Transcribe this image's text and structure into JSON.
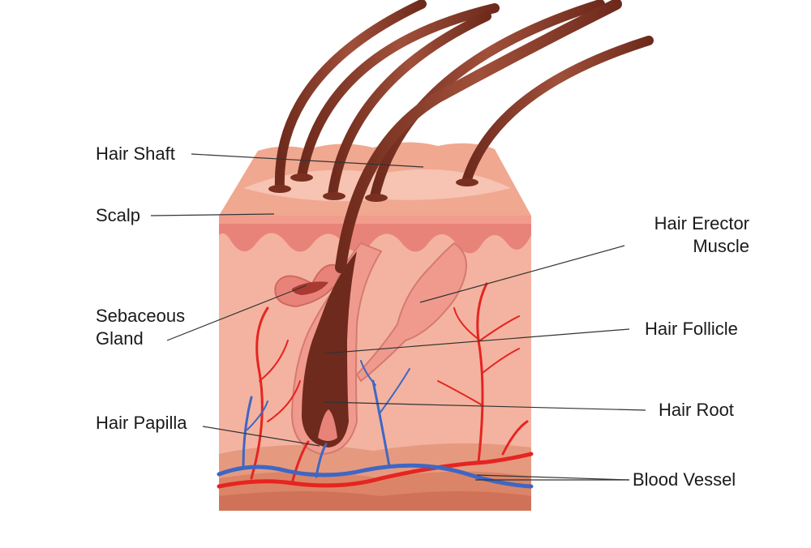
{
  "labels": {
    "hair_shaft": "Hair Shaft",
    "scalp": "Scalp",
    "sebaceous_gland_1": "Sebaceous",
    "sebaceous_gland_2": "Gland",
    "hair_papilla": "Hair Papilla",
    "hair_erector_muscle_1": "Hair Erector",
    "hair_erector_muscle_2": "Muscle",
    "hair_follicle": "Hair Follicle",
    "hair_root": "Hair Root",
    "blood_vessel": "Blood Vessel"
  },
  "colors": {
    "top_surface": "#f0a890",
    "front_face": "#f4b3a0",
    "epidermis": "#e8837a",
    "hair": "#8a3a28",
    "artery": "#e52521",
    "vein": "#3e67c4",
    "leader_line": "#333333"
  }
}
